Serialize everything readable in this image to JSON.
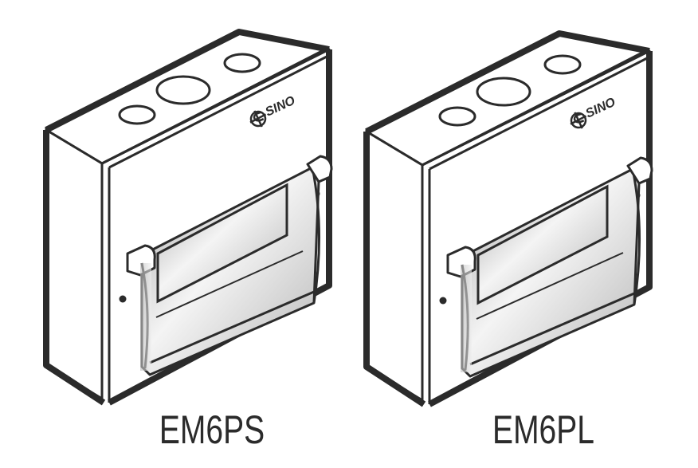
{
  "figure": {
    "background": "#ffffff",
    "line_color": "#2b2b2b",
    "products": [
      {
        "model": "EM6PS",
        "brand": "SINO",
        "brand_icon": "sino-logo-icon",
        "knockouts": 3,
        "door": "transparent-hinged-cover"
      },
      {
        "model": "EM6PL",
        "brand": "SINO",
        "brand_icon": "sino-logo-icon",
        "knockouts": 3,
        "door": "transparent-hinged-cover"
      }
    ]
  }
}
